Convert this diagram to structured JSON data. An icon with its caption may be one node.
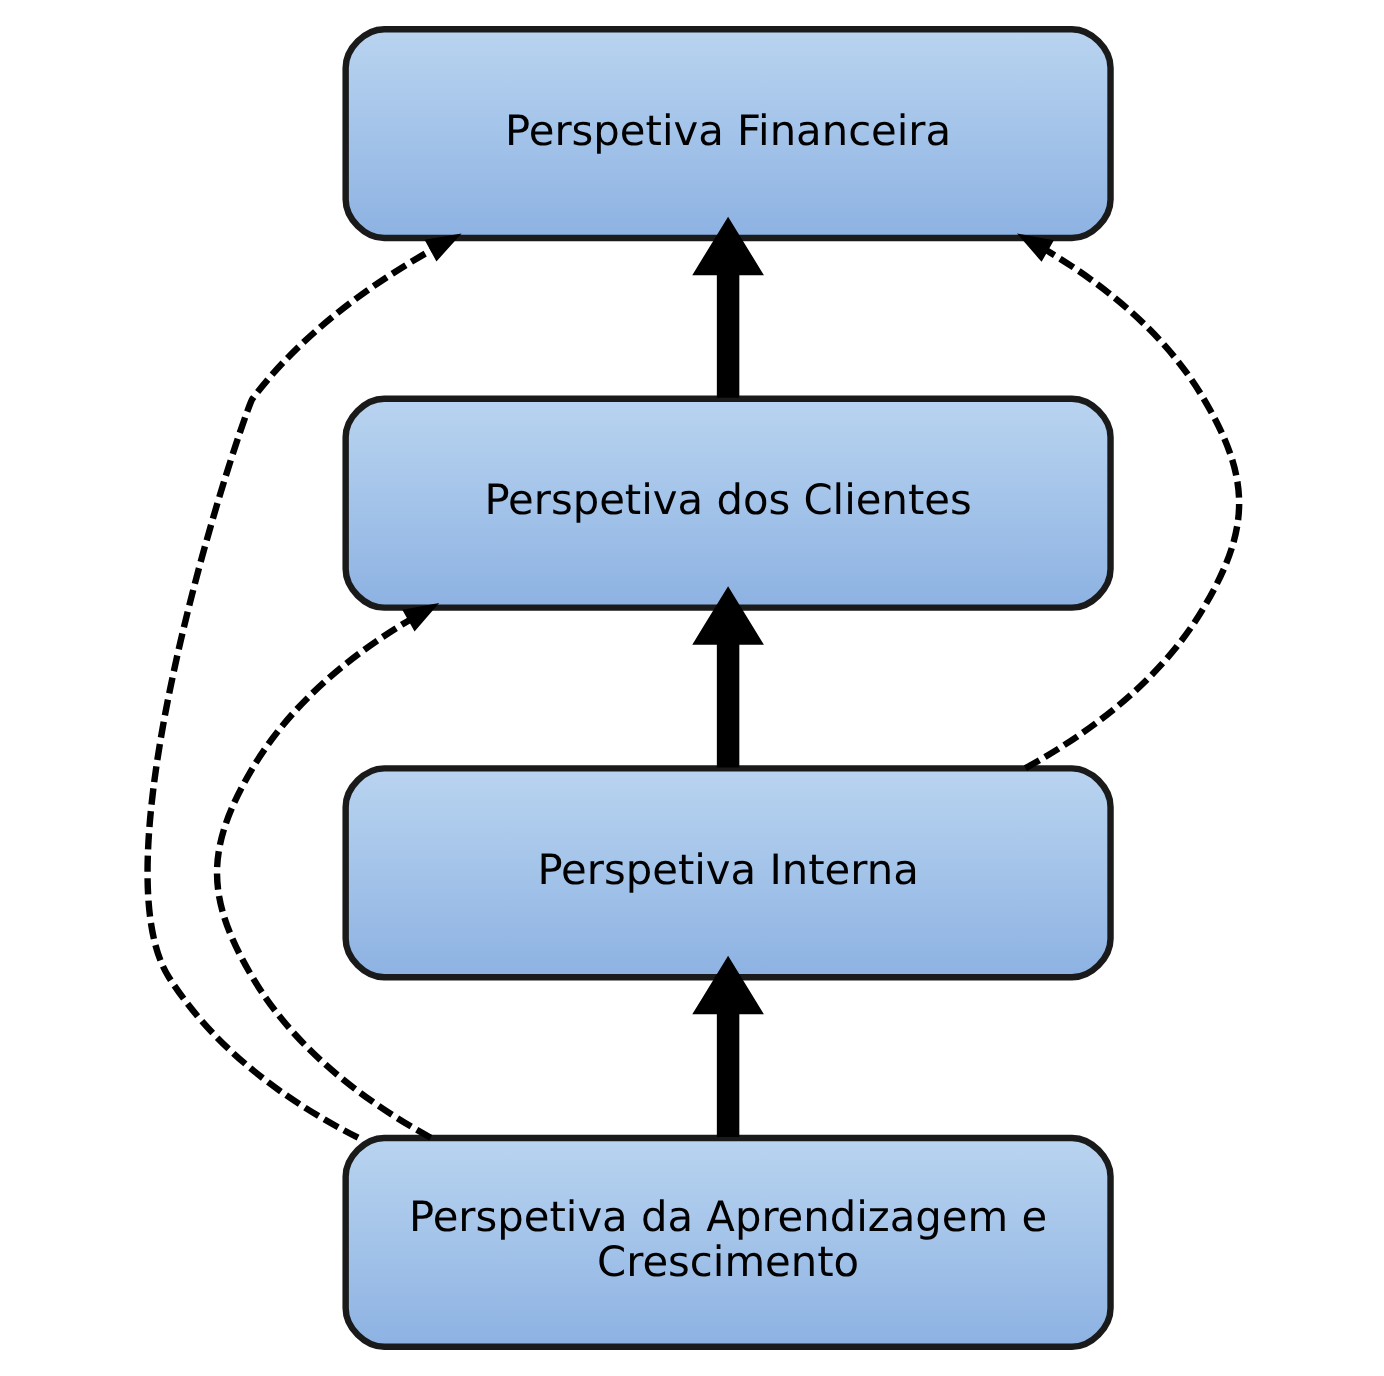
{
  "diagram": {
    "nodes": [
      {
        "text": [
          "Perspetiva Financeira"
        ]
      },
      {
        "text": [
          "Perspetiva dos Clientes"
        ]
      },
      {
        "text": [
          "Perspetiva Interna"
        ]
      },
      {
        "text": [
          "Perspetiva da Aprendizagem e Crescimento"
        ]
      }
    ],
    "edges": [
      {
        "from": 1,
        "to": 0,
        "arrow": "to",
        "style": "thick"
      },
      {
        "from": 2,
        "to": 1,
        "arrow": "to",
        "style": "thick"
      },
      {
        "from": 3,
        "to": 2,
        "arrow": "to",
        "style": "thick"
      },
      {
        "from": 2,
        "to": 0,
        "arrow": "to",
        "style": "dashed"
      },
      {
        "from": 3,
        "to": 1,
        "arrow": "to",
        "style": "dashed"
      },
      {
        "from": 3,
        "to": 0,
        "arrow": "to",
        "style": "dashed"
      }
    ]
  }
}
